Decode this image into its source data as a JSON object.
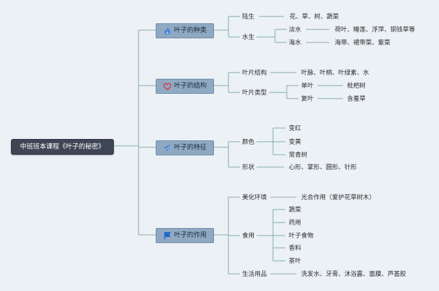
{
  "root": "中班班本课程《叶子的秘密》",
  "categories": [
    {
      "label": "叶子的种类",
      "icon": "flame-icon",
      "children": [
        {
          "label": "陆生",
          "leaf": "花、草、树、蔬菜"
        },
        {
          "label": "水生",
          "children": [
            {
              "label": "淡水",
              "leaf": "荷叶、睡莲、浮萍、铜钱草等"
            },
            {
              "label": "海水",
              "leaf": "海带、裙带菜、紫菜"
            }
          ]
        }
      ]
    },
    {
      "label": "叶子的结构",
      "icon": "heart-icon",
      "children": [
        {
          "label": "叶片结构",
          "leaf": "叶脉、叶柄、叶绿素、水"
        },
        {
          "label": "叶片类型",
          "children": [
            {
              "label": "单叶",
              "leaf": "枇杷树"
            },
            {
              "label": "复叶",
              "leaf": "含羞草"
            }
          ]
        }
      ]
    },
    {
      "label": "叶子的特征",
      "icon": "paper-plane-icon",
      "children": [
        {
          "label": "颜色",
          "items": [
            "变红",
            "变黄",
            "常青树"
          ]
        },
        {
          "label": "形状",
          "leaf": "心形、掌形、圆形、针形"
        }
      ]
    },
    {
      "label": "叶子的作用",
      "icon": "flag-icon",
      "children": [
        {
          "label": "美化环境",
          "leaf": "光合作用（爱护花草树木）"
        },
        {
          "label": "食用",
          "items": [
            "蔬菜",
            "药用",
            "叶子食物",
            "香料",
            "茶叶"
          ]
        },
        {
          "label": "生活用品",
          "leaf": "洗发水、牙膏、沐浴露、面膜、芦荟胶"
        }
      ]
    }
  ],
  "colors": {
    "line": "#7fa9ad",
    "root_bg": "#3e4656",
    "category_bg": "#8fa9c3",
    "flame_icon": "#3b7fd6",
    "heart_icon": "#d9363e",
    "plane_icon": "#3b7fd6",
    "flag_icon": "#2466c9"
  }
}
